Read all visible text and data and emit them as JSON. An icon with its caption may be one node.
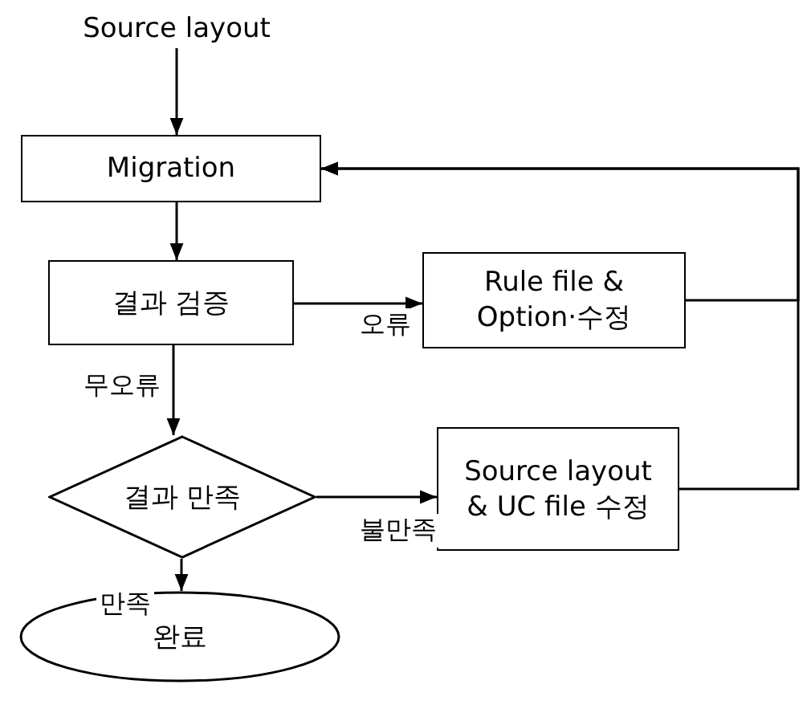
{
  "diagram": {
    "nodes": [
      {
        "text": [
          "Source layout"
        ]
      },
      {
        "text": [
          "Migration"
        ]
      },
      {
        "text": [
          "결과 검증"
        ]
      },
      {
        "text": [
          "Rule file & Option·수정"
        ]
      },
      {
        "text": [
          "결과 만족"
        ]
      },
      {
        "text": [
          "Source layout & UC file 수정"
        ]
      },
      {
        "text": [
          "완료"
        ]
      }
    ],
    "edges": [
      {
        "from": 0,
        "to": 1,
        "arrow": "to"
      },
      {
        "from": 1,
        "to": 2,
        "arrow": "to"
      },
      {
        "from": 2,
        "to": 3,
        "arrow": "to",
        "label": "오류"
      },
      {
        "from": 2,
        "to": 4,
        "arrow": "to",
        "label": "무오류"
      },
      {
        "from": 4,
        "to": 5,
        "arrow": "to",
        "label": "불만족"
      },
      {
        "from": 4,
        "to": 6,
        "arrow": "to",
        "label": "만족"
      },
      {
        "from": 3,
        "to": 1,
        "arrow": "to"
      },
      {
        "from": 5,
        "to": 1,
        "arrow": "to"
      }
    ]
  }
}
